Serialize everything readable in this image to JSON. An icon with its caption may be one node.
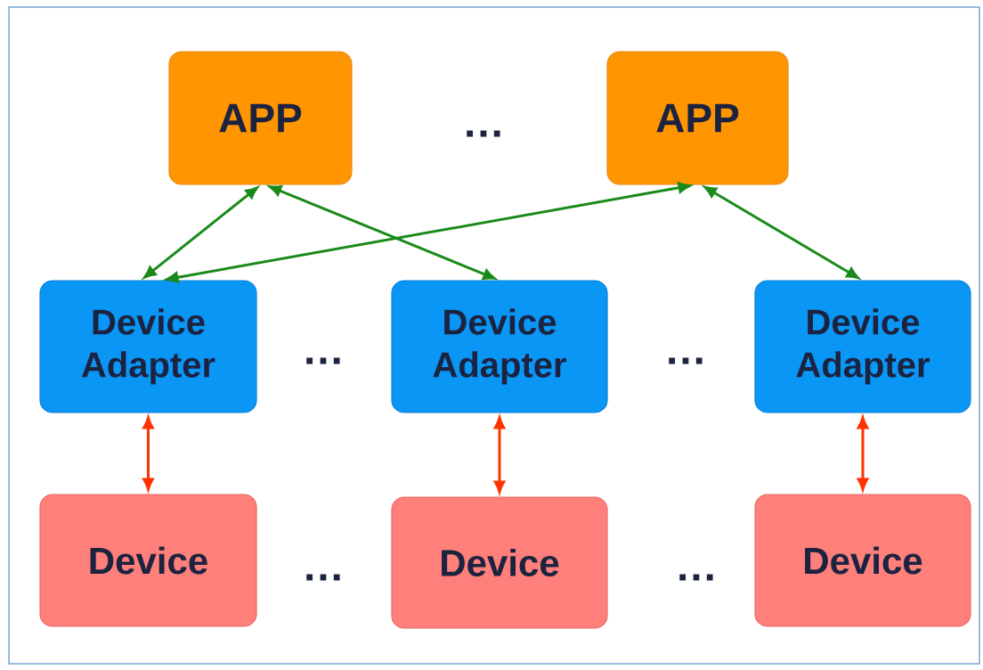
{
  "diagram": {
    "nodes": [
      {
        "text": [
          "APP"
        ]
      },
      {
        "text": [
          "APP"
        ]
      },
      {
        "text": [
          "Device Adapter"
        ]
      },
      {
        "text": [
          "Device Adapter"
        ]
      },
      {
        "text": [
          "Device Adapter"
        ]
      },
      {
        "text": [
          "Device"
        ]
      },
      {
        "text": [
          "Device"
        ]
      },
      {
        "text": [
          "Device"
        ]
      }
    ],
    "edges": [
      {
        "from": 0,
        "to": 2,
        "arrow": "both"
      },
      {
        "from": 0,
        "to": 3,
        "arrow": "both"
      },
      {
        "from": 1,
        "to": 2,
        "arrow": "both"
      },
      {
        "from": 1,
        "to": 4,
        "arrow": "both"
      },
      {
        "from": 2,
        "to": 5,
        "arrow": "both",
        "color": "#ff3300"
      },
      {
        "from": 3,
        "to": 6,
        "arrow": "both",
        "color": "#ff3300"
      },
      {
        "from": 4,
        "to": 7,
        "arrow": "both",
        "color": "#ff3300"
      }
    ],
    "labels": [
      "…",
      "…",
      "…",
      "…",
      "…"
    ]
  }
}
